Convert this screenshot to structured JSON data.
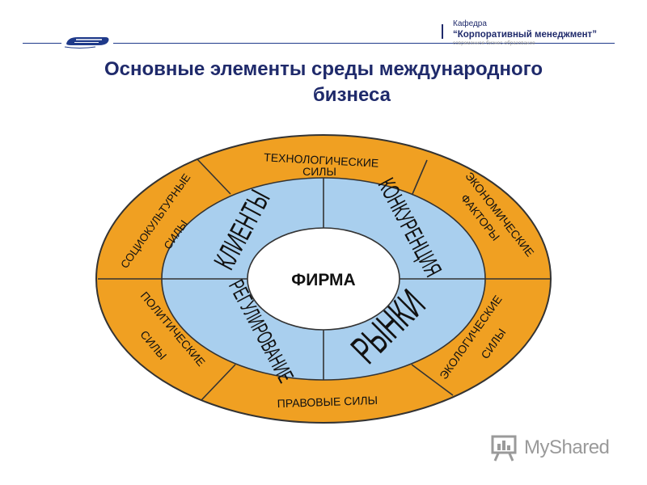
{
  "header": {
    "dept_label": "Кафедра",
    "dept_name": "“Корпоративный менеджмент”",
    "dept_subtitle": "современное бизнес-образование"
  },
  "title": {
    "line1": "Основные элементы среды международного",
    "line2": "бизнеса"
  },
  "diagram": {
    "center": "ФИРМА",
    "inner": {
      "top_left": "КЛИЕНТЫ",
      "top_right": "КОНКУРЕНЦИЯ",
      "bottom_left": "РЕГУЛИРОВАНИЕ",
      "bottom_right": "РЫНКИ"
    },
    "outer": {
      "top_line1": "ТЕХНОЛОГИЧЕСКИЕ",
      "top_line2": "СИЛЫ",
      "upper_left_line1": "СОЦИОКУЛЬТУРНЫЕ",
      "upper_left_line2": "СИЛЫ",
      "upper_right_line1": "ЭКОНОМИЧЕСКИЕ",
      "upper_right_line2": "ФАКТОРЫ",
      "lower_left_line1": "ПОЛИТИЧЕСКИЕ",
      "lower_left_line2": "СИЛЫ",
      "lower_right_line1": "ЭКОЛОГИЧЕСКИЕ",
      "lower_right_line2": "СИЛЫ",
      "bottom": "ПРАВОВЫЕ СИЛЫ"
    },
    "colors": {
      "outer_ring": "#f0a022",
      "inner_ring": "#a9cfee",
      "center": "#ffffff",
      "stroke": "#333333"
    }
  },
  "watermark": {
    "text": "MyShared"
  }
}
